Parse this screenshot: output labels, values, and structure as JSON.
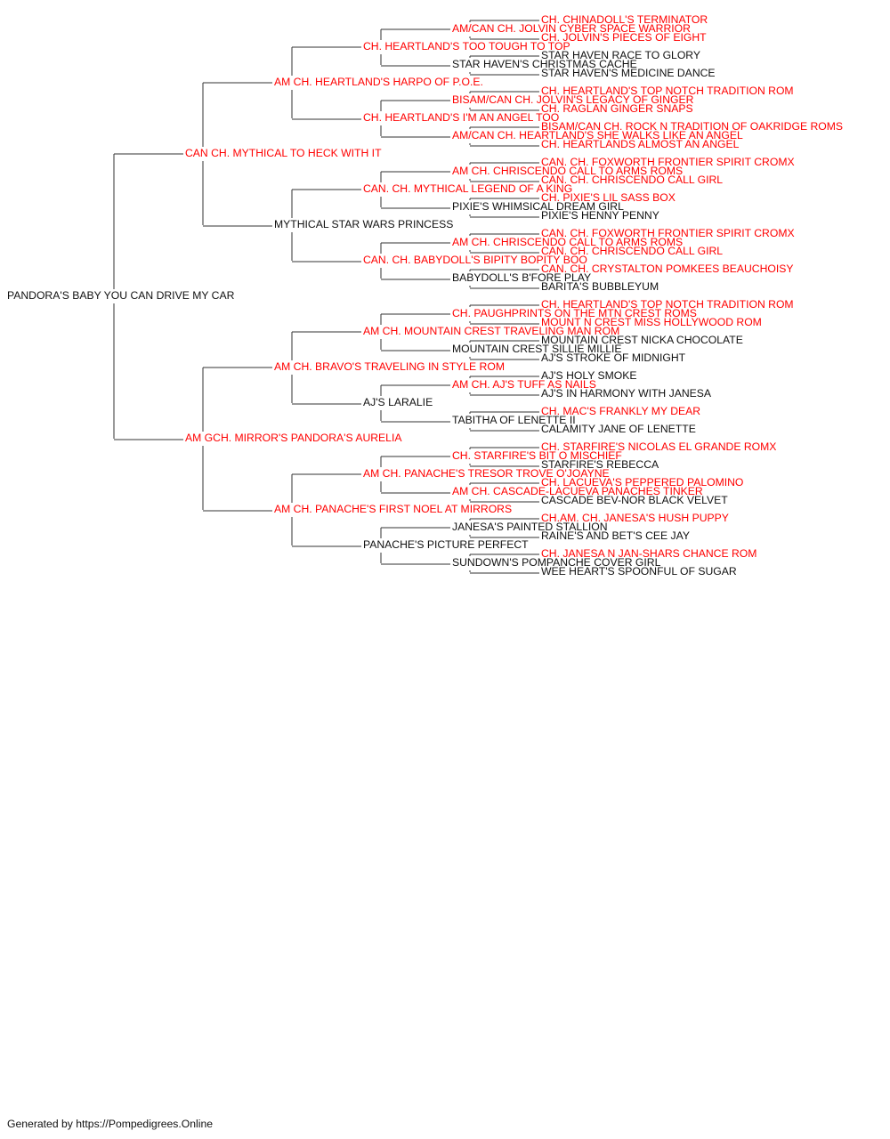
{
  "colors": {
    "champion": "#ff0000",
    "regular": "#111111",
    "line": "#333333"
  },
  "pedigree": {
    "subject": {
      "name": "PANDORA'S BABY YOU CAN DRIVE MY CAR",
      "champion": false
    },
    "sire": {
      "name": "CAN CH. MYTHICAL TO HECK WITH IT",
      "champion": true,
      "sire": {
        "name": "AM CH. HEARTLAND'S HARPO OF P.O.E.",
        "champion": true,
        "sire": {
          "name": "CH. HEARTLAND'S TOO TOUGH TO TOP",
          "champion": true,
          "sire": {
            "name": "AM/CAN CH. JOLVIN CYBER SPACE WARRIOR",
            "champion": true,
            "sire": {
              "name": "CH. CHINADOLL'S TERMINATOR",
              "champion": true
            },
            "dam": {
              "name": "CH. JOLVIN'S PIECES OF EIGHT",
              "champion": true
            }
          },
          "dam": {
            "name": "STAR HAVEN'S CHRISTMAS CACHE",
            "champion": false,
            "sire": {
              "name": "STAR HAVEN RACE TO GLORY",
              "champion": false
            },
            "dam": {
              "name": "STAR HAVEN'S MEDICINE DANCE",
              "champion": false
            }
          }
        },
        "dam": {
          "name": "CH. HEARTLAND'S I'M AN ANGEL TOO",
          "champion": true,
          "sire": {
            "name": "BISAM/CAN CH. JOLVIN'S LEGACY OF GINGER",
            "champion": true,
            "sire": {
              "name": "CH. HEARTLAND'S TOP NOTCH TRADITION ROM",
              "champion": true
            },
            "dam": {
              "name": "CH. RAGLAN GINGER SNAPS",
              "champion": true
            }
          },
          "dam": {
            "name": "AM/CAN CH. HEARTLAND'S SHE WALKS LIKE AN ANGEL",
            "champion": true,
            "sire": {
              "name": "BISAM/CAN CH. ROCK N TRADITION OF OAKRIDGE ROMS",
              "champion": true
            },
            "dam": {
              "name": "CH. HEARTLANDS ALMOST AN ANGEL",
              "champion": true
            }
          }
        }
      },
      "dam": {
        "name": "MYTHICAL STAR WARS PRINCESS",
        "champion": false,
        "sire": {
          "name": "CAN. CH. MYTHICAL LEGEND OF A KING",
          "champion": true,
          "sire": {
            "name": "AM CH. CHRISCENDO CALL TO ARMS ROMS",
            "champion": true,
            "sire": {
              "name": "CAN. CH. FOXWORTH FRONTIER SPIRIT CROMX",
              "champion": true
            },
            "dam": {
              "name": "CAN. CH. CHRISCENDO CALL GIRL",
              "champion": true
            }
          },
          "dam": {
            "name": "PIXIE'S WHIMSICAL DREAM GIRL",
            "champion": false,
            "sire": {
              "name": "CH. PIXIE'S LIL SASS BOX",
              "champion": true
            },
            "dam": {
              "name": "PIXIE'S HENNY PENNY",
              "champion": false
            }
          }
        },
        "dam": {
          "name": "CAN. CH. BABYDOLL'S BIPITY BOPITY BOO",
          "champion": true,
          "sire": {
            "name": "AM CH. CHRISCENDO CALL TO ARMS ROMS",
            "champion": true,
            "sire": {
              "name": "CAN. CH. FOXWORTH FRONTIER SPIRIT CROMX",
              "champion": true
            },
            "dam": {
              "name": "CAN. CH. CHRISCENDO CALL GIRL",
              "champion": true
            }
          },
          "dam": {
            "name": "BABYDOLL'S B'FORE PLAY",
            "champion": false,
            "sire": {
              "name": "CAN. CH. CRYSTALTON POMKEES BEAUCHOISY",
              "champion": true
            },
            "dam": {
              "name": "BARITA'S BUBBLEYUM",
              "champion": false
            }
          }
        }
      }
    },
    "dam": {
      "name": "AM GCH. MIRROR'S PANDORA'S AURELIA",
      "champion": true,
      "sire": {
        "name": "AM CH. BRAVO'S TRAVELING IN STYLE ROM",
        "champion": true,
        "sire": {
          "name": "AM CH. MOUNTAIN CREST TRAVELING MAN ROM",
          "champion": true,
          "sire": {
            "name": "CH. PAUGHPRINTS ON THE MTN CREST ROMS",
            "champion": true,
            "sire": {
              "name": "CH. HEARTLAND'S TOP NOTCH TRADITION ROM",
              "champion": true
            },
            "dam": {
              "name": "MOUNT N CREST MISS HOLLYWOOD ROM",
              "champion": true
            }
          },
          "dam": {
            "name": "MOUNTAIN CREST SILLIE MILLIE",
            "champion": false,
            "sire": {
              "name": "MOUNTAIN CREST NICKA CHOCOLATE",
              "champion": false
            },
            "dam": {
              "name": "AJ'S STROKE OF MIDNIGHT",
              "champion": false
            }
          }
        },
        "dam": {
          "name": "AJ'S LARALIE",
          "champion": false,
          "sire": {
            "name": "AM CH. AJ'S TUFF AS NAILS",
            "champion": true,
            "sire": {
              "name": "AJ'S HOLY SMOKE",
              "champion": false
            },
            "dam": {
              "name": "AJ'S IN HARMONY WITH JANESA",
              "champion": false
            }
          },
          "dam": {
            "name": "TABITHA OF LENETTE II",
            "champion": false,
            "sire": {
              "name": "CH. MAC'S FRANKLY MY DEAR",
              "champion": true
            },
            "dam": {
              "name": "CALAMITY JANE OF LENETTE",
              "champion": false
            }
          }
        }
      },
      "dam": {
        "name": "AM CH. PANACHE'S FIRST NOEL AT MIRRORS",
        "champion": true,
        "sire": {
          "name": "AM CH. PANACHE'S TRESOR TROVE O'JOAYNE",
          "champion": true,
          "sire": {
            "name": "CH. STARFIRE'S BIT O MISCHIEF",
            "champion": true,
            "sire": {
              "name": "CH. STARFIRE'S NICOLAS EL GRANDE ROMX",
              "champion": true
            },
            "dam": {
              "name": "STARFIRE'S REBECCA",
              "champion": false
            }
          },
          "dam": {
            "name": "AM CH. CASCADE-LACUEVA PANACHES TINKER",
            "champion": true,
            "sire": {
              "name": "CH. LACUEVA'S PEPPERED PALOMINO",
              "champion": true
            },
            "dam": {
              "name": "CASCADE BEV-NOR BLACK VELVET",
              "champion": false
            }
          }
        },
        "dam": {
          "name": "PANACHE'S PICTURE PERFECT",
          "champion": false,
          "sire": {
            "name": "JANESA'S PAINTED STALLION",
            "champion": false,
            "sire": {
              "name": "CH.AM. CH. JANESA'S HUSH PUPPY",
              "champion": true
            },
            "dam": {
              "name": "RAINE'S AND BET'S CEE JAY",
              "champion": false
            }
          },
          "dam": {
            "name": "SUNDOWN'S POMPANCHE COVER GIRL",
            "champion": false,
            "sire": {
              "name": "CH. JANESA N JAN-SHARS CHANCE ROM",
              "champion": true
            },
            "dam": {
              "name": "WEE HEART'S SPOONFUL OF SUGAR",
              "champion": false
            }
          }
        }
      }
    }
  },
  "footer": {
    "text": "Generated by https://Pompedigrees.Online"
  }
}
